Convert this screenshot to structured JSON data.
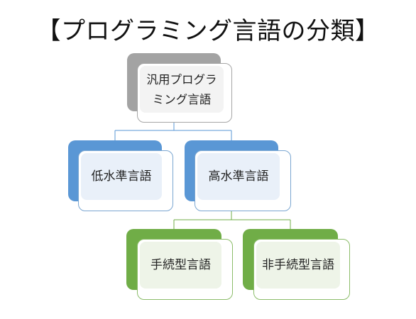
{
  "title": "【プログラミング言語の分類】",
  "nodes": {
    "root": {
      "line1": "汎用プログラ",
      "line2": "ミング言語"
    },
    "low": {
      "label": "低水準言語"
    },
    "high": {
      "label": "高水準言語"
    },
    "procedural": {
      "label": "手続型言語"
    },
    "non_procedural": {
      "label": "非手続型言語"
    }
  },
  "colors": {
    "root": "#a3a3a3",
    "level1": "#5a97d5",
    "level2": "#70ad47",
    "connector_blue": "#5a97d5",
    "connector_green": "#70ad47"
  }
}
